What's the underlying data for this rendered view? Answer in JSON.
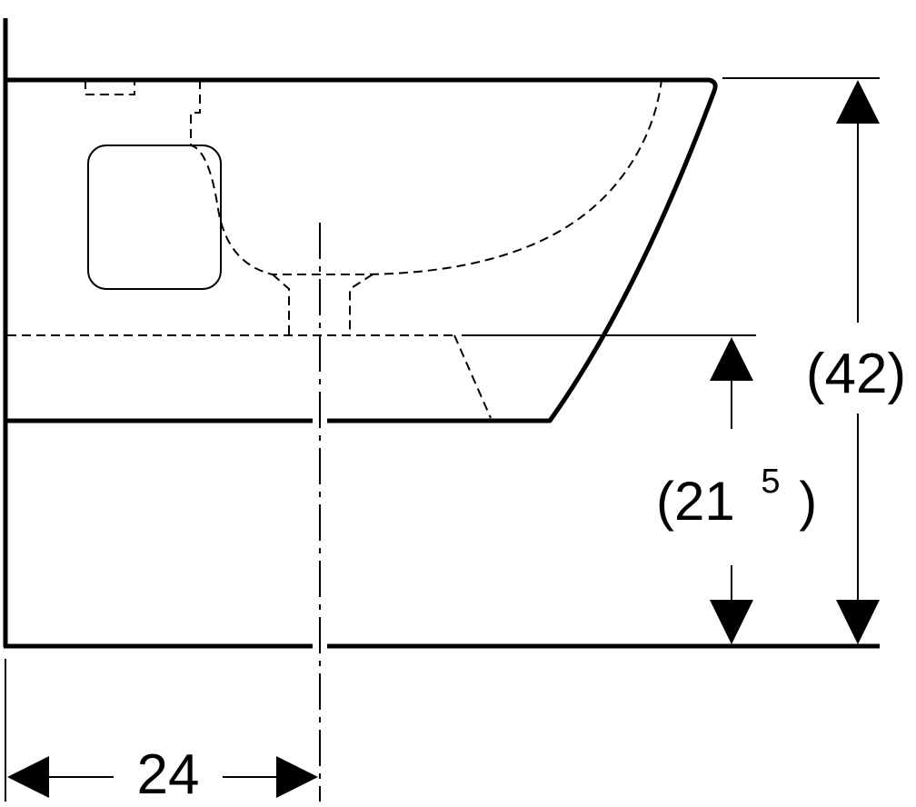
{
  "drawing": {
    "dimensions": {
      "total_height": "(42)",
      "inlet_height_main": "(21",
      "inlet_height_sup": "5",
      "inlet_height_close": ")",
      "axis_distance": "24"
    }
  }
}
